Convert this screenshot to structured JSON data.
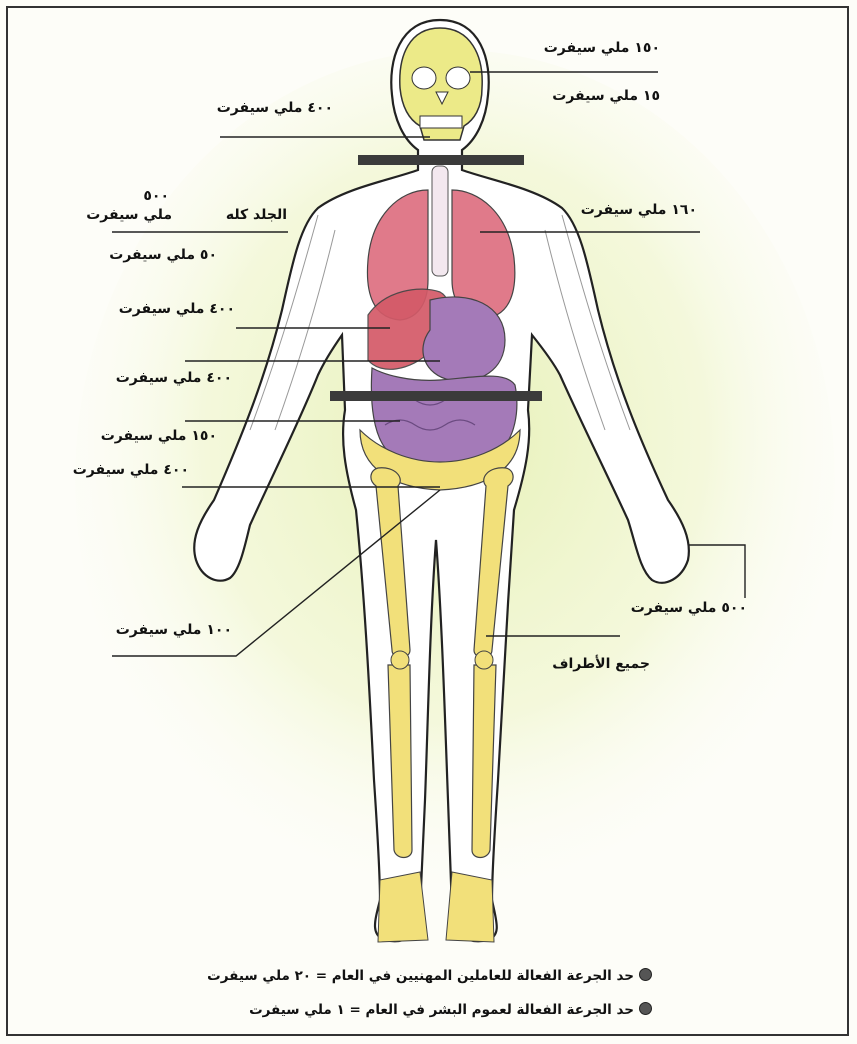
{
  "labels": {
    "eye_lens": "١٥٠ ملي سيفرت",
    "eye_lens_2": "١٥ ملي سيفرت",
    "thyroid": "٤٠٠ ملي سيفرت",
    "skin_value": "٥٠٠",
    "skin_unit": "ملي سيفرت",
    "skin_title": "الجلد كله",
    "skin_2": "٥٠ ملي سيفرت",
    "lungs": "١٦٠ ملي سيفرت",
    "liver": "٤٠٠ ملي سيفرت",
    "stomach": "٤٠٠ ملي سيفرت",
    "colon": "١٥٠ ملي سيفرت",
    "bone_marrow": "٤٠٠ ملي سيفرت",
    "gonads": "١٠٠ ملي سيفرت",
    "extremities": "٥٠٠ ملي سيفرت",
    "all_limbs": "جميع الأطراف"
  },
  "notes": {
    "workers": "حد الجرعة الفعالة للعاملين المهنيين في العام = ٢٠ ملي سيفرت",
    "public": "حد الجرعة الفعالة لعموم البشر في العام = ١ ملي سيفرت"
  },
  "colors": {
    "bone": "#f2e07a",
    "skull": "#ecea88",
    "lung": "#e07a8a",
    "liver": "#d45a68",
    "intestine": "#a47ab8",
    "band": "#3b3b3b",
    "glow": "#e4efb0"
  }
}
